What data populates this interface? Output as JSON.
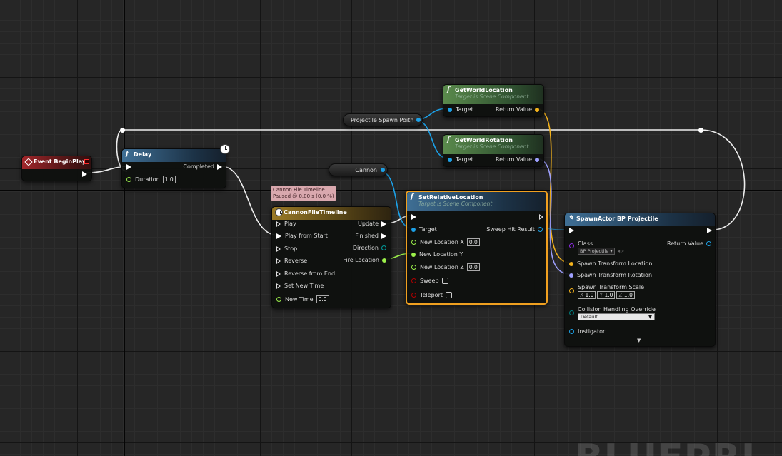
{
  "graph": {
    "watermark": "BLUEPRI"
  },
  "colors": {
    "exec": "#ffffff",
    "object": "#1ca0e6",
    "struct_vector": "#f3b21c",
    "rotator": "#9ea0ff",
    "float": "#9cf04a",
    "bool": "#950000",
    "class": "#5f1fa0",
    "byte": "#006b6b",
    "accent_selected": "#f0a020"
  },
  "nodes": {
    "event_begin_play": {
      "title": "Event BeginPlay"
    },
    "delay": {
      "title": "Delay",
      "completed": "Completed",
      "duration_label": "Duration",
      "duration_value": "1.0"
    },
    "timeline": {
      "comment_line1": "Cannon File Timeline",
      "comment_line2": "Paused @ 0.00 s (0.0 %)",
      "title": "CannonFileTimeline",
      "inputs": [
        "Play",
        "Play from Start",
        "Stop",
        "Reverse",
        "Reverse from End",
        "Set New Time"
      ],
      "new_time_label": "New Time",
      "new_time_value": "0.0",
      "outputs": [
        "Update",
        "Finished",
        "Direction",
        "Fire Location"
      ]
    },
    "get_world_location": {
      "title": "GetWorldLocation",
      "subtitle": "Target is Scene Component",
      "target": "Target",
      "return": "Return Value"
    },
    "get_world_rotation": {
      "title": "GetWorldRotation",
      "subtitle": "Target is Scene Component",
      "target": "Target",
      "return": "Return Value"
    },
    "set_relative_location": {
      "title": "SetRelativeLocation",
      "subtitle": "Target is Scene Component",
      "target": "Target",
      "sweep_hit": "Sweep Hit Result",
      "new_x_label": "New Location X",
      "new_x_value": "0.0",
      "new_y_label": "New Location Y",
      "new_z_label": "New Location Z",
      "new_z_value": "0.0",
      "sweep": "Sweep",
      "teleport": "Teleport"
    },
    "spawn_actor": {
      "title": "SpawnActor BP Projectile",
      "class_label": "Class",
      "class_value": "BP Projectile",
      "return": "Return Value",
      "spawn_location": "Spawn Transform Location",
      "spawn_rotation": "Spawn Transform Rotation",
      "spawn_scale": "Spawn Transform Scale",
      "scale_x_label": "X",
      "scale_x": "1.0",
      "scale_y_label": "Y",
      "scale_y": "1.0",
      "scale_z_label": "Z",
      "scale_z": "1.0",
      "collision_label": "Collision Handling Override",
      "collision_value": "Default",
      "instigator": "Instigator"
    }
  },
  "variables": {
    "projectile_spawn_point": "Projectile Spawn Poitn",
    "cannon": "Cannon"
  }
}
